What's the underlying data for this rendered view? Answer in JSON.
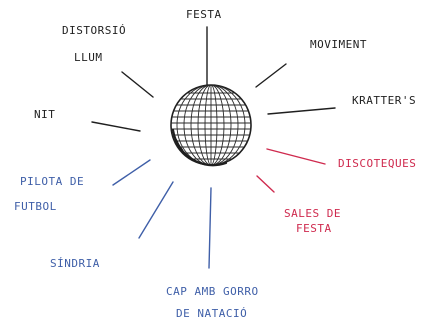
{
  "labels": {
    "festa": "FESTA",
    "distorsio": "DISTORSIÓ",
    "llum": "LLUM",
    "moviment": "MOVIMENT",
    "nit": "NIT",
    "kratters": "KRATTER'S",
    "discoteques": "DISCOTEQUES",
    "pilota_line1": "PILOTA DE",
    "pilota_line2": "FUTBOL",
    "sales_line1": "SALES DE",
    "sales_line2": "FESTA",
    "sindria": "SÍNDRIA",
    "cap_line1": "CAP AMB GORRO",
    "cap_line2": "DE NATACIÓ"
  },
  "colors": {
    "black_ink": "#1f1f1f",
    "blue_ink": "#3f5fa8",
    "red_ink": "#cf2a4e"
  },
  "center_icon": "disco-ball-icon"
}
